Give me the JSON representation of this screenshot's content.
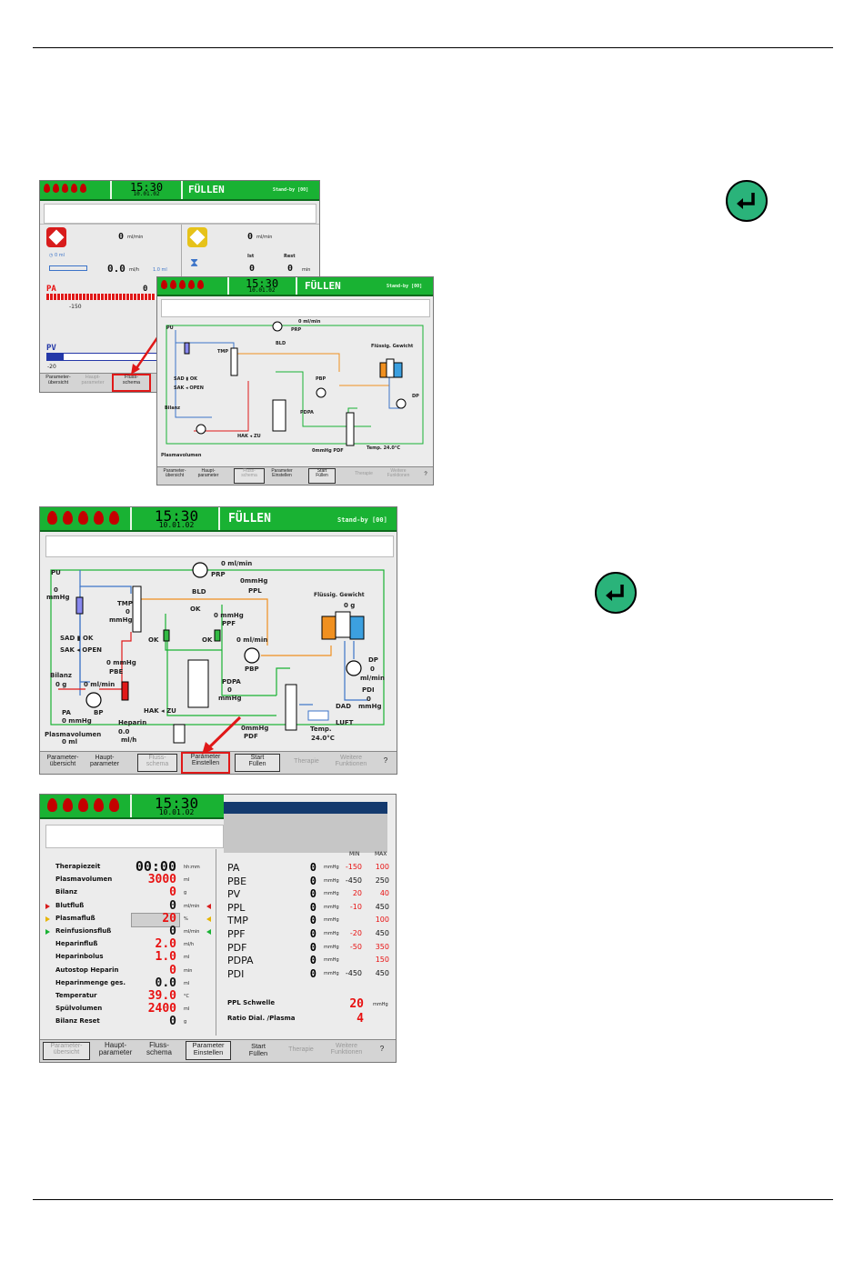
{
  "colors": {
    "header_green": "#19b233",
    "alarm_red": "#e81010",
    "line_green": "#19b233",
    "line_blue": "#3c74c8",
    "line_orange": "#f09020",
    "enter_icon": "#2ab37a"
  },
  "header": {
    "time": "15:30",
    "date": "10.01.02",
    "mode": "FÜLLEN",
    "standby": "Stand-by",
    "standby_code": "[00]"
  },
  "shot1": {
    "rows": [
      {
        "value": "0",
        "unit": "ml/min"
      },
      {
        "value": "0",
        "unit": "ml/min"
      }
    ],
    "ist_label": "Ist",
    "rest_label": "Rest",
    "ist_value": "0",
    "rest_value": "0",
    "rest_unit": "min",
    "row_small": {
      "value": "0",
      "unit": "ml"
    },
    "syringe": {
      "value": "0.0",
      "unit": "ml/h",
      "extra": "1.0 ml"
    },
    "pa": {
      "label": "PA",
      "value": "0",
      "mark": "-150"
    },
    "pv": {
      "label": "PV",
      "mark": "-20"
    },
    "footer": [
      "Parameter-\nübersicht",
      "Haupt-\nparameter",
      "Fluss-\nschema"
    ]
  },
  "flow": {
    "pu": "PU",
    "pu_val": "0",
    "pu_unit": "mmHg",
    "tmp": "TMP",
    "tmp_val": "0",
    "tmp_unit": "mmHg",
    "blood_flow": "0 ml/min",
    "prp": "PRP",
    "ppl_val": "0mmHg",
    "ppl": "PPL",
    "bld": "BLD",
    "bld_ok": "OK",
    "ppf_val": "0 mmHg",
    "ppf": "PPF",
    "ok": "OK",
    "pbp_flow": "0  ml/min",
    "pbp": "PBP",
    "sad": "SAD",
    "sad_ok": "OK",
    "sak": "SAK",
    "sak_open": "OPEN",
    "bilanz": "Bilanz",
    "bilanz_val": "0 g",
    "pbe_val": "0 mmHg",
    "pbe": "PBE",
    "bp_flow": "0 ml/min",
    "bp": "BP",
    "pa": "PA",
    "pa_val": "0 mmHg",
    "heparin": "Heparin",
    "heparin_val": "0.0",
    "heparin_unit": "ml/h",
    "plasmavol": "Plasmavolumen",
    "plasmavol_val": "0 ml",
    "hak": "HAK",
    "hak_zu": "ZU",
    "pdpa": "PDPA",
    "pdpa_val": "0",
    "pdpa_unit": "mmHg",
    "pdf_val": "0mmHg",
    "pdf": "PDF",
    "temp": "Temp.",
    "temp_val": "24.0°C",
    "dad": "DAD",
    "luft": "LUFT",
    "fluessig": "Flüssig. Gewicht",
    "fluessig_val": "0 g",
    "dp": "DP",
    "dp_val": "0",
    "dp_unit": "ml/min",
    "pdi": "PDI",
    "pdi_val": "0",
    "pdi_unit": "mmHg"
  },
  "footer_flow": [
    "Parameter-\nübersicht",
    "Haupt-\nparameter",
    "Fluss-\nschema",
    "Parameter\nEinstellen",
    "Start\nFüllen",
    "Therapie",
    "Weitere\nFunktionen",
    "?"
  ],
  "params": {
    "left": [
      {
        "label": "Therapiezeit",
        "value": "00:00",
        "unit": "hh:mm",
        "color": "black"
      },
      {
        "label": "Plasmavolumen",
        "value": "3000",
        "unit": "ml",
        "color": "red"
      },
      {
        "label": "Bilanz",
        "value": "0",
        "unit": "g",
        "color": "red"
      },
      {
        "label": "Blutfluß",
        "value": "0",
        "unit": "ml/min",
        "color": "black"
      },
      {
        "label": "Plasmafluß",
        "value": "20",
        "unit": "%",
        "color": "red"
      },
      {
        "label": "Reinfusionsfluß",
        "value": "0",
        "unit": "ml/min",
        "color": "black"
      },
      {
        "label": "Heparinfluß",
        "value": "2.0",
        "unit": "ml/h",
        "color": "red"
      },
      {
        "label": "Heparinbolus",
        "value": "1.0",
        "unit": "ml",
        "color": "red"
      },
      {
        "label": "Autostop Heparin",
        "value": "0",
        "unit": "min",
        "color": "red"
      },
      {
        "label": "Heparinmenge ges.",
        "value": "0.0",
        "unit": "ml",
        "color": "black"
      },
      {
        "label": "Temperatur",
        "value": "39.0",
        "unit": "°C",
        "color": "red"
      },
      {
        "label": "Spülvolumen",
        "value": "2400",
        "unit": "ml",
        "color": "red"
      },
      {
        "label": "Bilanz Reset",
        "value": "0",
        "unit": "g",
        "color": "black"
      }
    ],
    "min_hdr": "MIN",
    "max_hdr": "MAX",
    "right": [
      {
        "label": "PA",
        "value": "0",
        "unit": "mmHg",
        "min": "-150",
        "max": "100",
        "minc": "red",
        "maxc": "red"
      },
      {
        "label": "PBE",
        "value": "0",
        "unit": "mmHg",
        "min": "-450",
        "max": "250",
        "minc": "black",
        "maxc": "black"
      },
      {
        "label": "PV",
        "value": "0",
        "unit": "mmHg",
        "min": "20",
        "max": "40",
        "minc": "red",
        "maxc": "red"
      },
      {
        "label": "PPL",
        "value": "0",
        "unit": "mmHg",
        "min": "-10",
        "max": "450",
        "minc": "red",
        "maxc": "black"
      },
      {
        "label": "TMP",
        "value": "0",
        "unit": "mmHg",
        "min": "",
        "max": "100",
        "minc": "red",
        "maxc": "red"
      },
      {
        "label": "PPF",
        "value": "0",
        "unit": "mmHg",
        "min": "-20",
        "max": "450",
        "minc": "red",
        "maxc": "black"
      },
      {
        "label": "PDF",
        "value": "0",
        "unit": "mmHg",
        "min": "-50",
        "max": "350",
        "minc": "red",
        "maxc": "red"
      },
      {
        "label": "PDPA",
        "value": "0",
        "unit": "mmHg",
        "min": "",
        "max": "150",
        "minc": "red",
        "maxc": "red"
      },
      {
        "label": "PDI",
        "value": "0",
        "unit": "mmHg",
        "min": "-450",
        "max": "450",
        "minc": "black",
        "maxc": "black"
      }
    ],
    "schwelle_label": "PPL  Schwelle",
    "schwelle_val": "20",
    "schwelle_unit": "mmHg",
    "ratio_label": "Ratio Dial. /Plasma",
    "ratio_val": "4"
  },
  "footer_params": [
    "Parameter-\nübersicht",
    "Haupt-\nparameter",
    "Fluss-\nschema",
    "Parameter\nEinstellen",
    "Start\nFüllen",
    "Therapie",
    "Weitere\nFunktionen",
    "?"
  ]
}
